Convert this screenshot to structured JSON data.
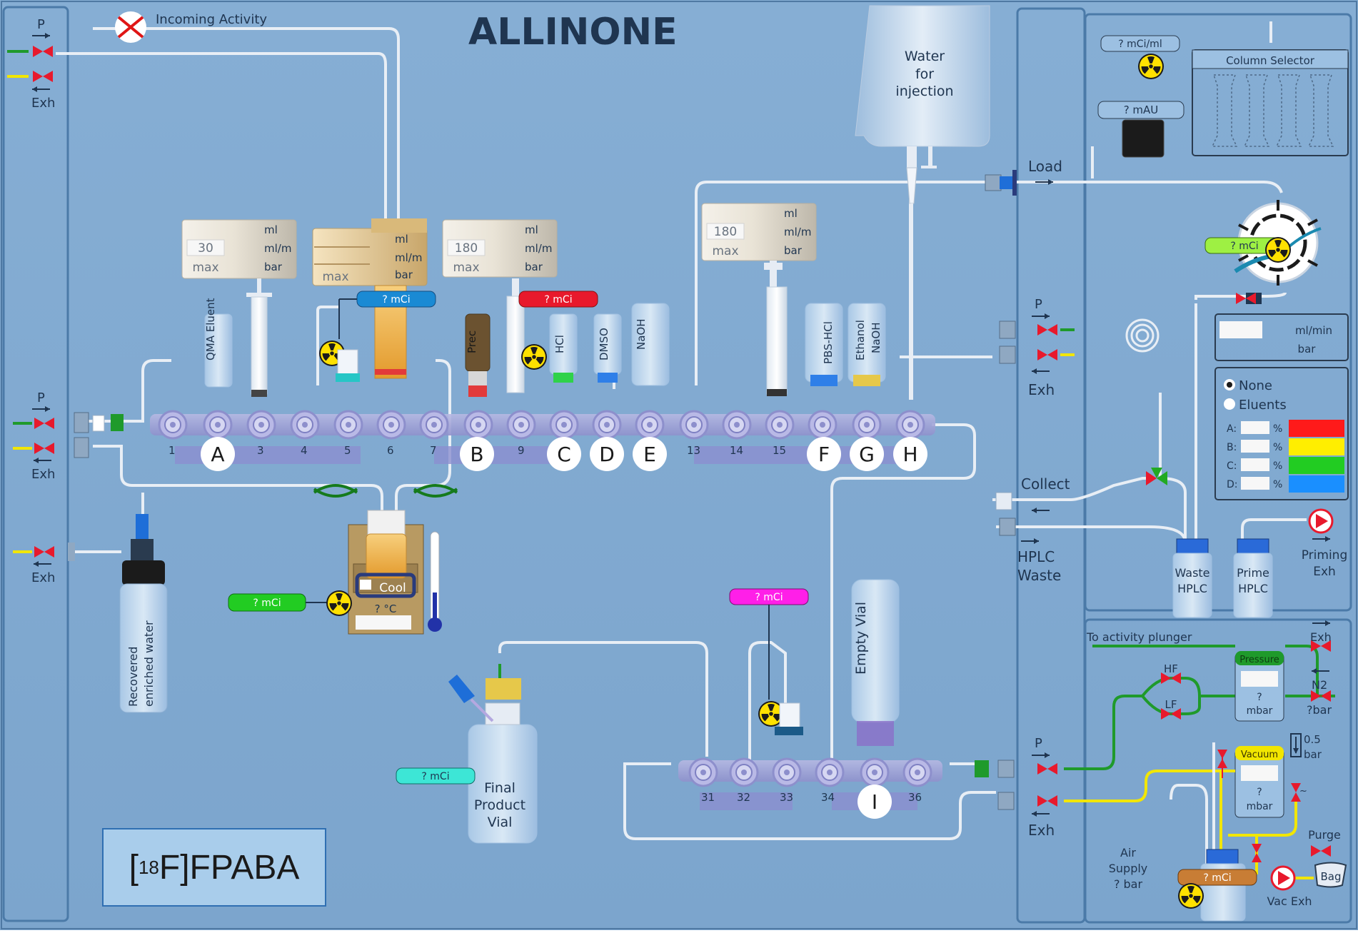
{
  "app": {
    "logo_text": "ALLINONE"
  },
  "header": {
    "incoming_activity": "Incoming Activity"
  },
  "labels": {
    "P": "P",
    "Exh": "Exh",
    "Load": "Load",
    "Collect": "Collect",
    "HPLC_Waste": [
      "HPLC",
      "Waste"
    ],
    "water_bag": [
      "Water",
      "for",
      "injection"
    ],
    "column_selector": "Column Selector",
    "recovered_water": [
      "Recovered",
      "enriched water"
    ],
    "final_product": [
      "Final",
      "Product",
      "Vial"
    ],
    "empty_vial": "Empty Vial",
    "to_activity_plunger": "To activity plunger",
    "air_supply": [
      "Air",
      "Supply",
      "? bar"
    ],
    "purge": "Purge",
    "bag": "Bag",
    "vac_exh": "Vac Exh",
    "priming_exh": [
      "Priming",
      "Exh"
    ],
    "waste_hplc": [
      "Waste",
      "HPLC"
    ],
    "prime_hplc": [
      "Prime",
      "HPLC"
    ],
    "cool": "Cool",
    "temp_unit": "? °C",
    "product_name_pre": "[",
    "product_iso": "18",
    "product_name_post": "F]FPABA",
    "hf": "HF",
    "lf": "LF",
    "pressure": "Pressure",
    "vacuum": "Vacuum",
    "mbar": "mbar",
    "q": "?",
    "n2": "N2",
    "q_bar": "?bar",
    "half_bar": [
      "0.5",
      "bar"
    ],
    "ml_min": "ml/min",
    "bar": "bar"
  },
  "activity_readouts": {
    "mci_ml": "? mCi/ml",
    "mau": "? mAU",
    "hplc_mci": "? mCi",
    "reactor_mci": "? mCi",
    "syringe_mci": "? mCi",
    "top_mci": "? mCi",
    "final_mci": "? mCi",
    "mid_mci": "? mCi",
    "waste_mci": "? mCi"
  },
  "syringe_pumps": [
    {
      "value": "30",
      "limit": "max",
      "units": [
        "ml",
        "ml/m",
        "bar"
      ]
    },
    {
      "value": "",
      "limit": "max",
      "units": [
        "ml",
        "ml/m",
        "bar"
      ]
    },
    {
      "value": "180",
      "limit": "max",
      "units": [
        "ml",
        "ml/m",
        "bar"
      ]
    },
    {
      "value": "180",
      "limit": "max",
      "units": [
        "ml",
        "ml/m",
        "bar"
      ]
    }
  ],
  "eluent_selector": {
    "options": [
      "None",
      "Eluents"
    ],
    "selected": "None",
    "channels": [
      {
        "label": "A:",
        "unit": "%",
        "color": "#ff1a1a"
      },
      {
        "label": "B:",
        "unit": "%",
        "color": "#ffee00"
      },
      {
        "label": "C:",
        "unit": "%",
        "color": "#22cc22"
      },
      {
        "label": "D:",
        "unit": "%",
        "color": "#1a8fff"
      }
    ]
  },
  "reagent_vials": [
    "QMA Eluent",
    "Prec",
    "HCl",
    "DMSO",
    "NaOH",
    "PBS-HCl",
    "Ethanol",
    "NaOH"
  ],
  "manifold1": {
    "positions": [
      "1",
      "3",
      "4",
      "5",
      "6",
      "7",
      "9",
      "13",
      "14",
      "15"
    ],
    "letters": [
      "A",
      "B",
      "C",
      "D",
      "E",
      "F",
      "G",
      "H"
    ]
  },
  "manifold2": {
    "positions": [
      "31",
      "32",
      "33",
      "34",
      "36"
    ],
    "letters": [
      "I"
    ]
  },
  "colors": {
    "background": "#7fa8cf",
    "tube": "#e8eef5",
    "valve_red": "#e8192c",
    "green_line": "#1f9a2b",
    "yellow_line": "#f2e600",
    "accent_dark": "#1f3550"
  }
}
